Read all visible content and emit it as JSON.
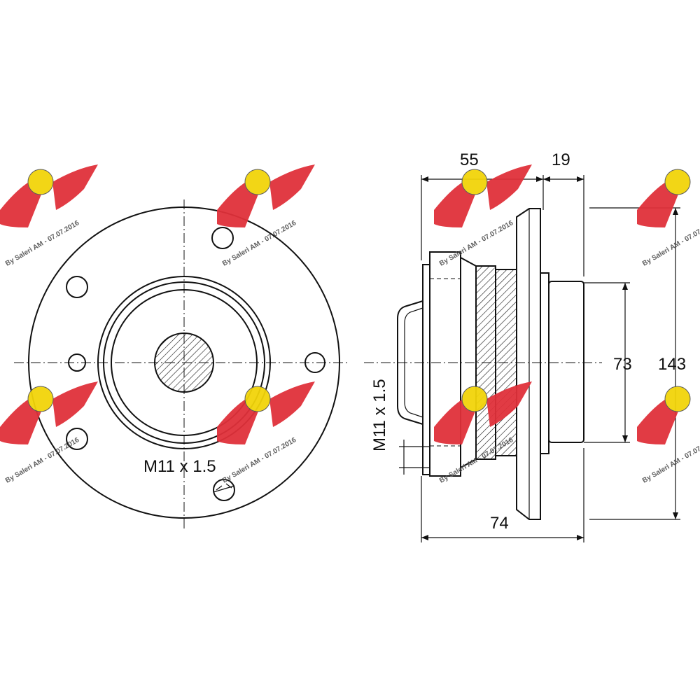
{
  "front_view": {
    "thread_label": "M11 x 1.5"
  },
  "side_view": {
    "dimensions": {
      "depth_a": "55",
      "depth_b": "19",
      "inner_diameter": "73",
      "outer_diameter": "143",
      "total_length": "74",
      "thread_label": "M11 x 1.5"
    }
  },
  "watermark": {
    "text": "By Saleri AM - 07.07.2016",
    "colors": {
      "wing": "#e0313a",
      "badge": "#f2d40a"
    }
  },
  "colors": {
    "line": "#111111",
    "background": "#ffffff"
  }
}
